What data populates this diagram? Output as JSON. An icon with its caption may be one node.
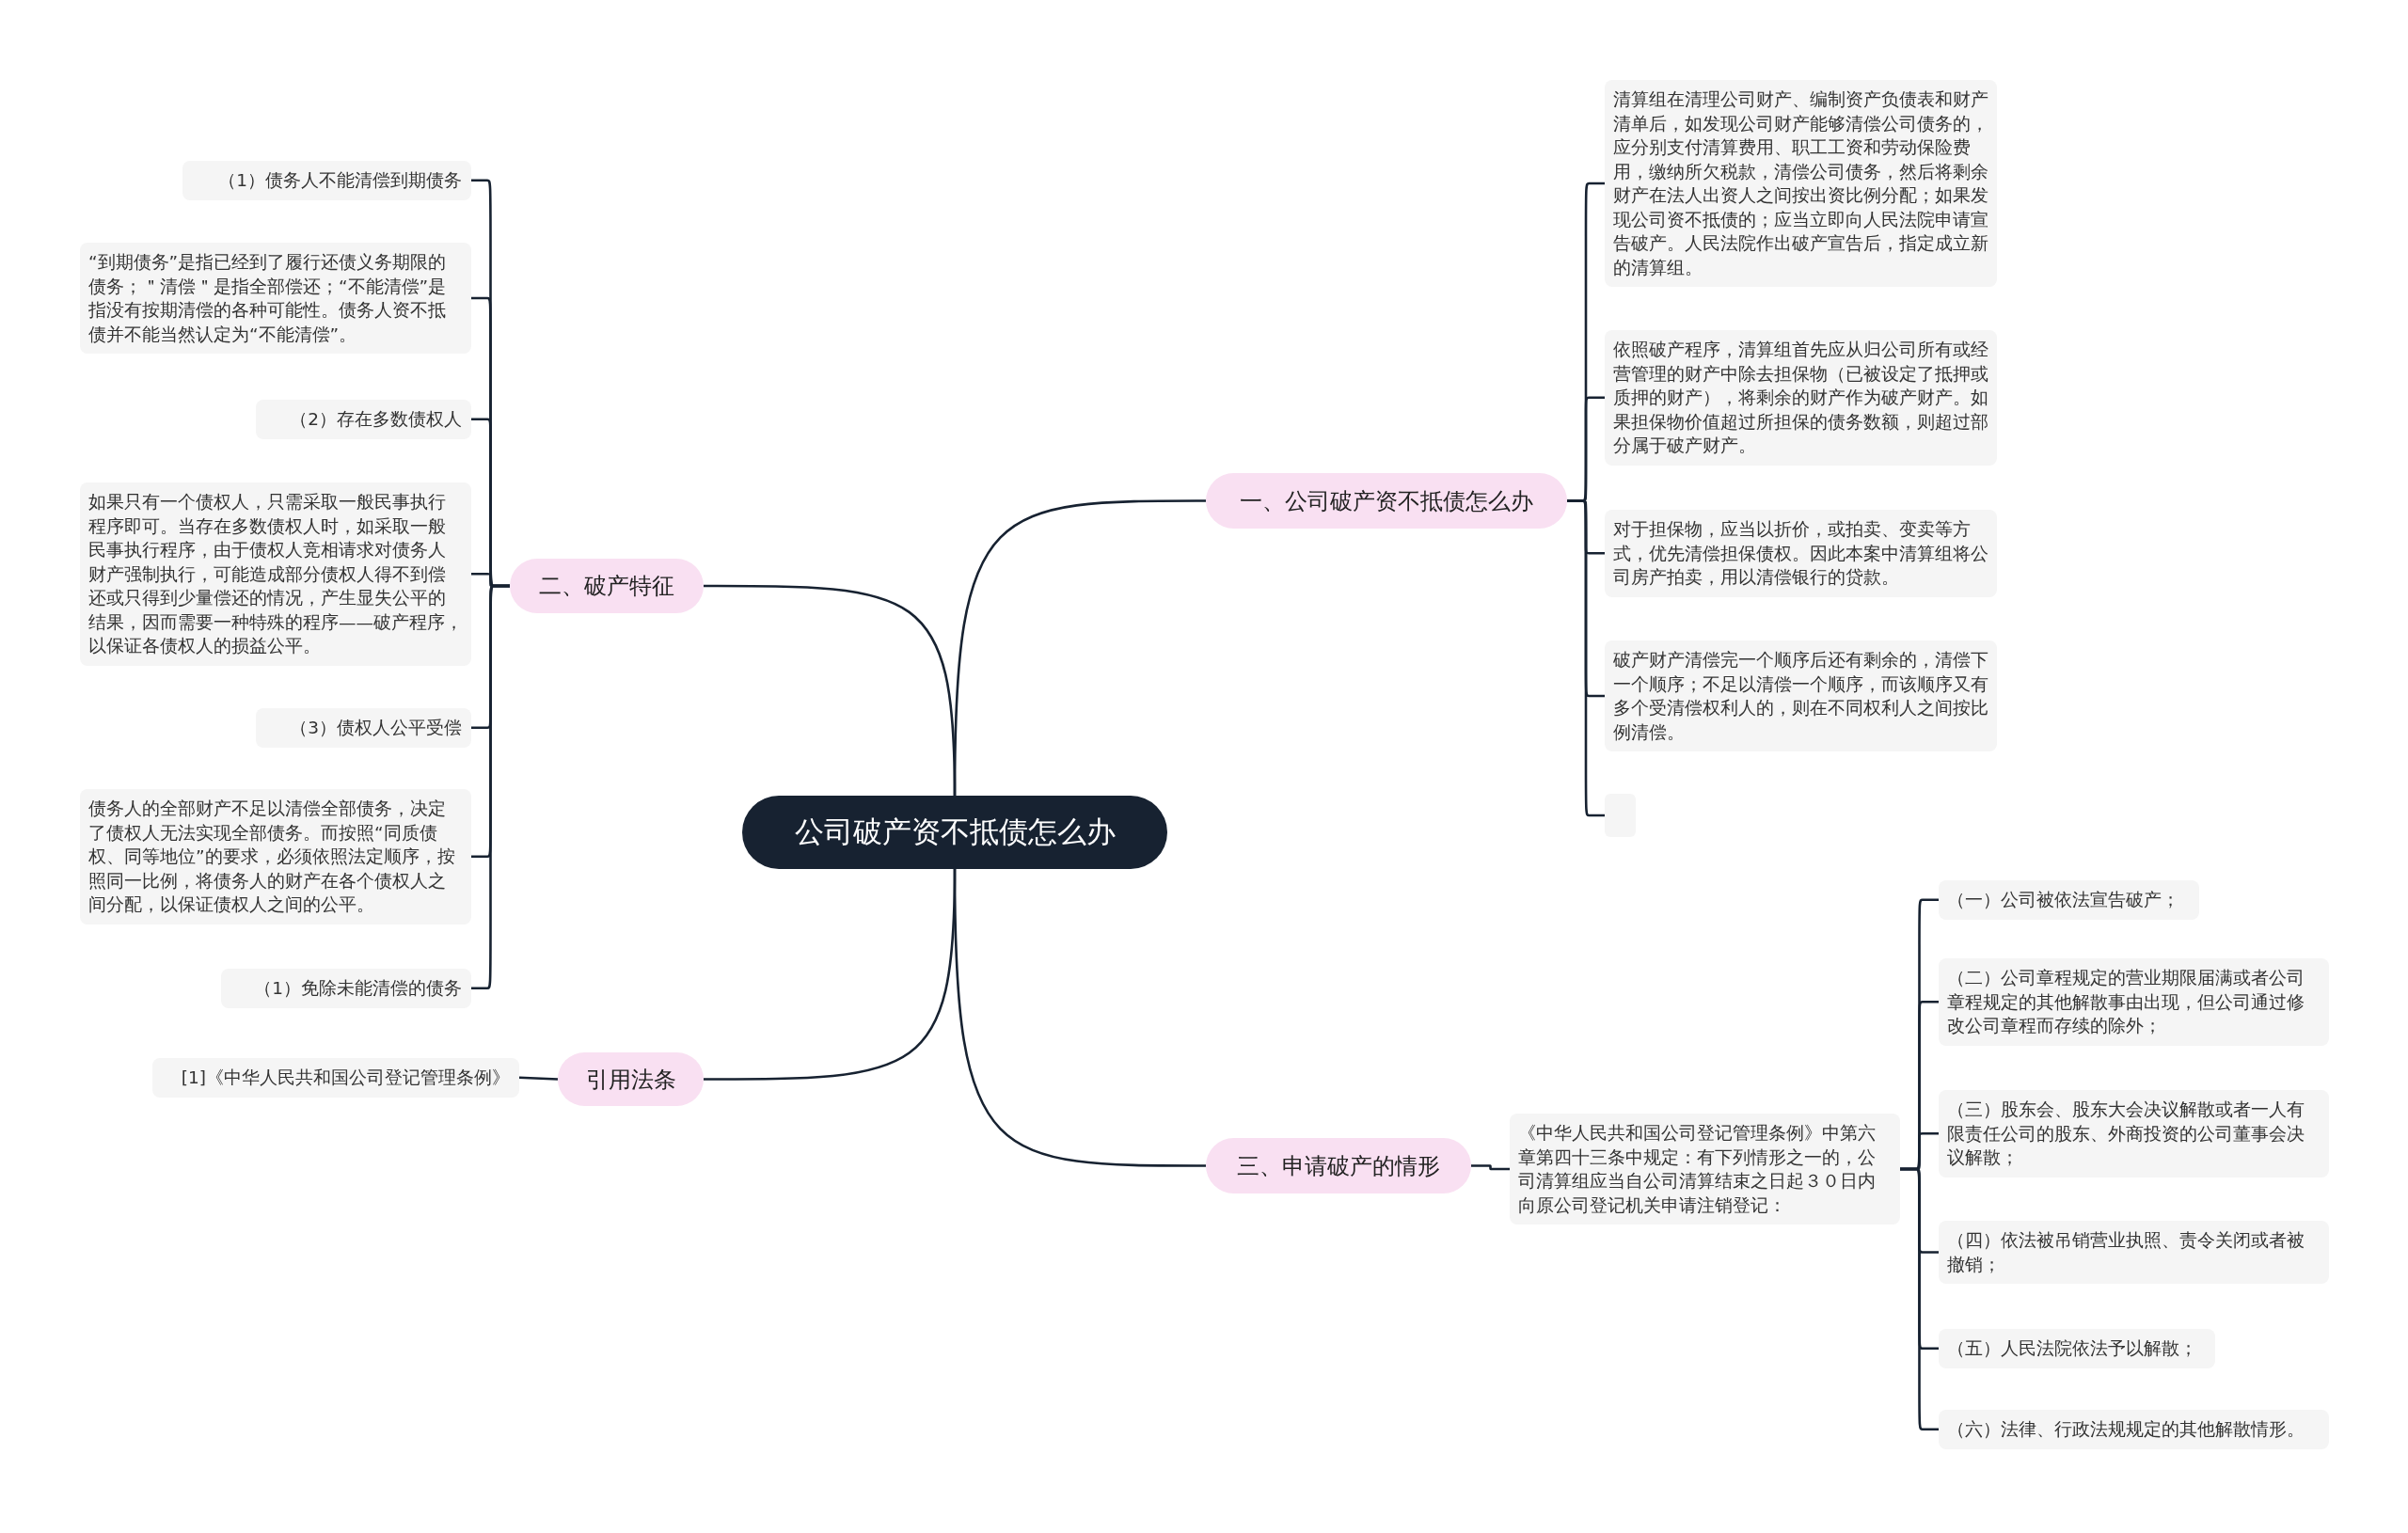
{
  "diagram": {
    "nodes": [
      {
        "text": [
          "公司破产资不抵债怎么办"
        ]
      },
      {
        "text": [
          "一、公司破产资不抵债怎么办"
        ]
      },
      {
        "text": [
          "清算组在清理公司财产、编制资产负债表和财产清单后，如发现公司财产能够清偿公司债务的，应分别支付清算费用、职工工资和劳动保险费用，缴纳所欠税款，清偿公司债务，然后将剩余财产在法人出资人之间按出资比例分配；如果发现公司资不抵债的；应当立即向人民法院申请宣告破产。人民法院作出破产宣告后，指定成立新的清算组。"
        ]
      },
      {
        "text": [
          "依照破产程序，清算组首先应从归公司所有或经营管理的财产中除去担保物（已被设定了抵押或质押的财产），将剩余的财产作为破产财产。如果担保物价值超过所担保的债务数额，则超过部分属于破产财产。"
        ]
      },
      {
        "text": [
          "对于担保物，应当以折价，或拍卖、变卖等方式，优先清偿担保债权。因此本案中清算组将公司房产拍卖，用以清偿银行的贷款。"
        ]
      },
      {
        "text": [
          "破产财产清偿完一个顺序后还有剩余的，清偿下一个顺序；不足以清偿一个顺序，而该顺序又有多个受清偿权利人的，则在不同权利人之间按比例清偿。"
        ]
      },
      {
        "text": [],
        "shape": "box"
      },
      {
        "text": [
          "二、破产特征"
        ]
      },
      {
        "text": [
          "（1）债务人不能清偿到期债务"
        ]
      },
      {
        "text": [
          "“到期债务”是指已经到了履行还债义务期限的债务；＂清偿＂是指全部偿还；“不能清偿”是指没有按期清偿的各种可能性。债务人资不抵债并不能当然认定为“不能清偿”。"
        ]
      },
      {
        "text": [
          "（2）存在多数债权人"
        ]
      },
      {
        "text": [
          "如果只有一个债权人，只需采取一般民事执行程序即可。当存在多数债权人时，如采取一般民事执行程序，由于债权人竞相请求对债务人财产强制执行，可能造成部分债权人得不到偿还或只得到少量偿还的情况，产生显失公平的结果，因而需要一种特殊的程序——破产程序，以保证各债权人的损益公平。"
        ]
      },
      {
        "text": [
          "（3）债权人公平受偿"
        ]
      },
      {
        "text": [
          "债务人的全部财产不足以清偿全部债务，决定了债权人无法实现全部债务。而按照“同质债权、同等地位”的要求，必须依照法定顺序，按照同一比例，将债务人的财产在各个债权人之间分配，以保证债权人之间的公平。"
        ]
      },
      {
        "text": [
          "（1）免除未能清偿的债务"
        ]
      },
      {
        "text": [
          "引用法条"
        ]
      },
      {
        "text": [
          "[1]《中华人民共和国公司登记管理条例》"
        ]
      },
      {
        "text": [
          "三、申请破产的情形"
        ]
      },
      {
        "text": [
          "《中华人民共和国公司登记管理条例》中第六章第四十三条中规定：有下列情形之一的，公司清算组应当自公司清算结束之日起３０日内向原公司登记机关申请注销登记："
        ]
      },
      {
        "text": [
          "（一）公司被依法宣告破产；"
        ]
      },
      {
        "text": [
          "（二）公司章程规定的营业期限届满或者公司章程规定的其他解散事由出现，但公司通过修改公司章程而存续的除外；"
        ]
      },
      {
        "text": [
          "（三）股东会、股东大会决议解散或者一人有限责任公司的股东、外商投资的公司董事会决议解散；"
        ]
      },
      {
        "text": [
          "（四）依法被吊销营业执照、责令关闭或者被撤销；"
        ]
      },
      {
        "text": [
          "（五）人民法院依法予以解散；"
        ]
      },
      {
        "text": [
          "（六）法律、行政法规规定的其他解散情形。"
        ]
      }
    ],
    "edges": [
      {
        "from": 0,
        "to": 1,
        "arrow": "none"
      },
      {
        "from": 0,
        "to": 7,
        "arrow": "none"
      },
      {
        "from": 0,
        "to": 15,
        "arrow": "none"
      },
      {
        "from": 0,
        "to": 17,
        "arrow": "none"
      },
      {
        "from": 1,
        "to": 2,
        "arrow": "none"
      },
      {
        "from": 1,
        "to": 3,
        "arrow": "none"
      },
      {
        "from": 1,
        "to": 4,
        "arrow": "none"
      },
      {
        "from": 1,
        "to": 5,
        "arrow": "none"
      },
      {
        "from": 1,
        "to": 6,
        "arrow": "none"
      },
      {
        "from": 7,
        "to": 8,
        "arrow": "none"
      },
      {
        "from": 7,
        "to": 9,
        "arrow": "none"
      },
      {
        "from": 7,
        "to": 10,
        "arrow": "none"
      },
      {
        "from": 7,
        "to": 11,
        "arrow": "none"
      },
      {
        "from": 7,
        "to": 12,
        "arrow": "none"
      },
      {
        "from": 7,
        "to": 13,
        "arrow": "none"
      },
      {
        "from": 7,
        "to": 14,
        "arrow": "none"
      },
      {
        "from": 15,
        "to": 16,
        "arrow": "none"
      },
      {
        "from": 17,
        "to": 18,
        "arrow": "none"
      },
      {
        "from": 18,
        "to": 19,
        "arrow": "none"
      },
      {
        "from": 18,
        "to": 20,
        "arrow": "none"
      },
      {
        "from": 18,
        "to": 21,
        "arrow": "none"
      },
      {
        "from": 18,
        "to": 22,
        "arrow": "none"
      },
      {
        "from": 18,
        "to": 23,
        "arrow": "none"
      },
      {
        "from": 18,
        "to": 24,
        "arrow": "none"
      }
    ]
  }
}
